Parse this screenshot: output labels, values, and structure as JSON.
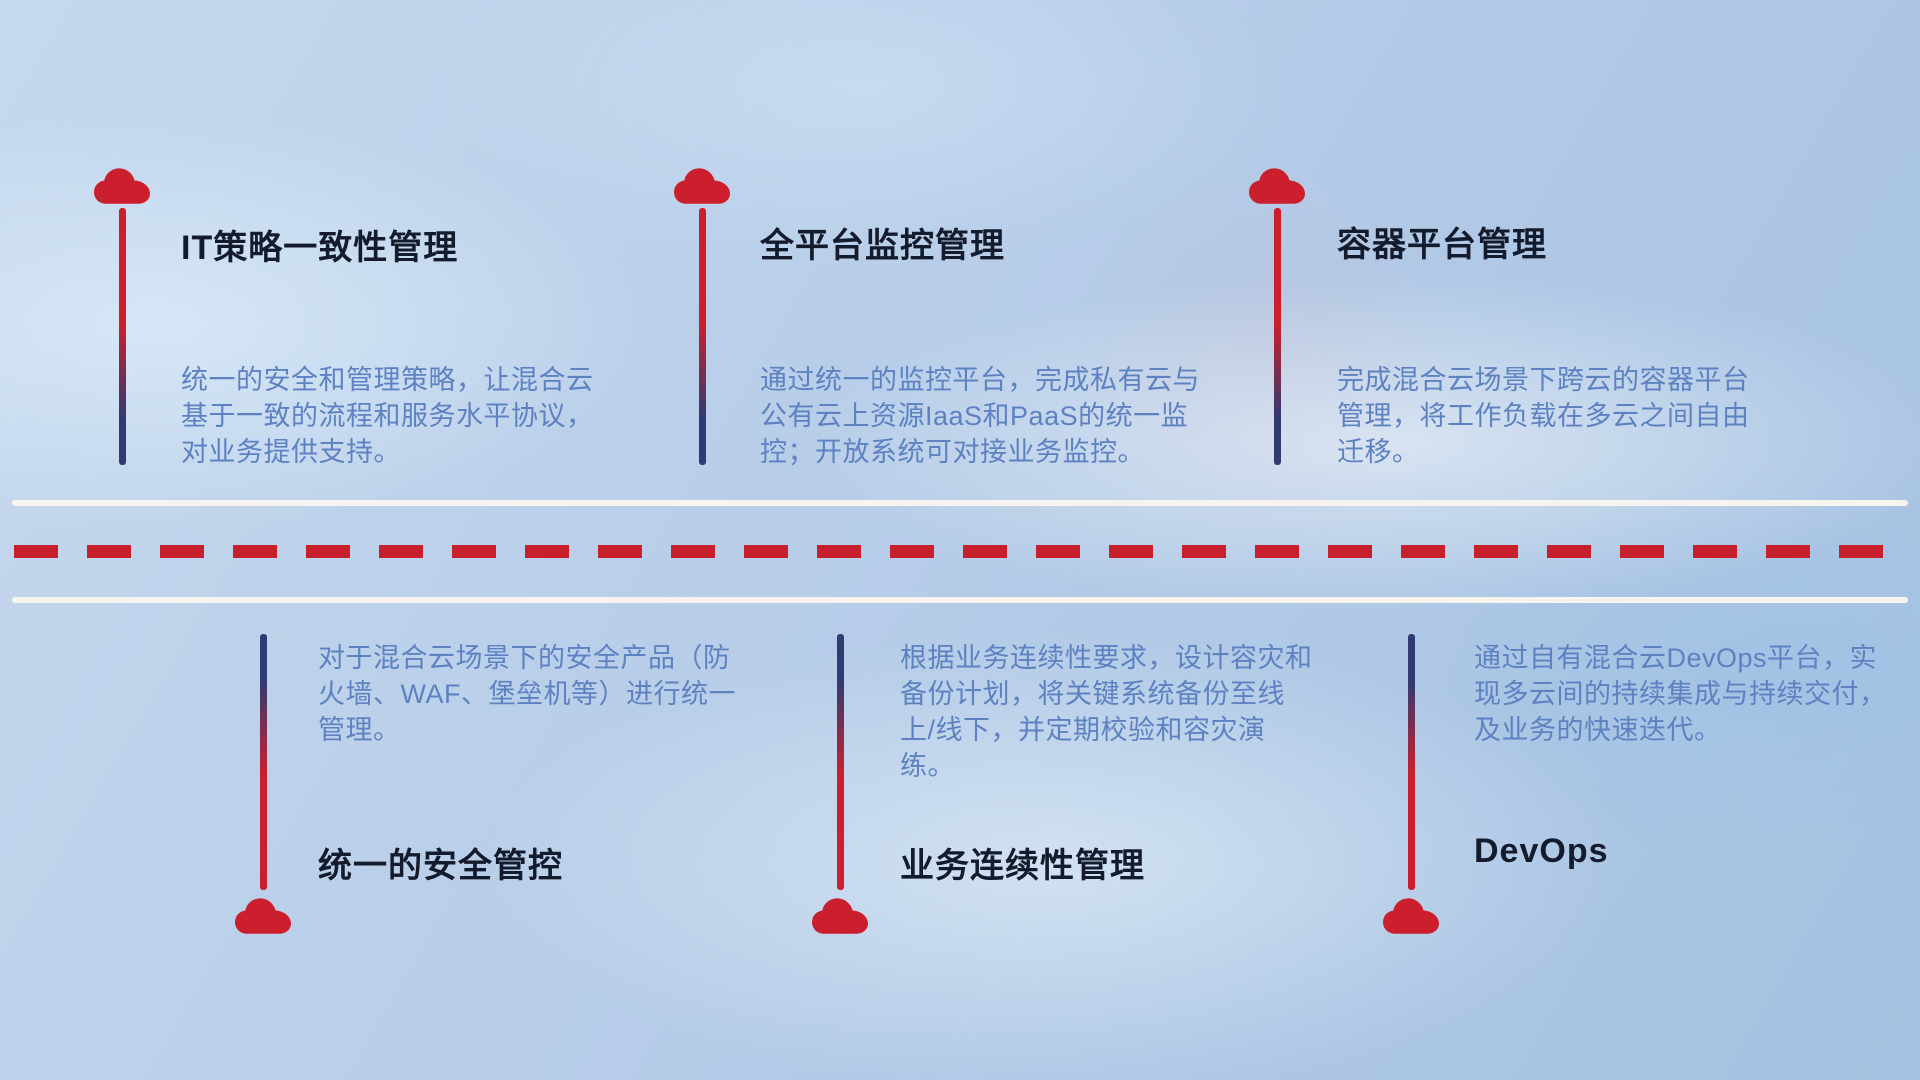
{
  "colors": {
    "accent_red": "#cc1f2d",
    "stem_navy": "#2f3b72",
    "title_text": "#141b2d",
    "description_text": "#5e82c1",
    "road_line": "#f7f4ef",
    "road_dash": "#c81f2c"
  },
  "icons": {
    "marker": "cloud-icon"
  },
  "top_items": [
    {
      "title": "IT策略一致性管理",
      "description": "统一的安全和管理策略，让混合云基于一致的流程和服务水平协议，对业务提供支持。"
    },
    {
      "title": "全平台监控管理",
      "description": "通过统一的监控平台，完成私有云与公有云上资源IaaS和PaaS的统一监控；开放系统可对接业务监控。"
    },
    {
      "title": "容器平台管理",
      "description": "完成混合云场景下跨云的容器平台管理，将工作负载在多云之间自由迁移。"
    }
  ],
  "bottom_items": [
    {
      "title": "统一的安全管控",
      "description": "对于混合云场景下的安全产品（防火墙、WAF、堡垒机等）进行统一管理。"
    },
    {
      "title": "业务连续性管理",
      "description": "根据业务连续性要求，设计容灾和备份计划，将关键系统备份至线上/线下，并定期校验和容灾演练。"
    },
    {
      "title": "DevOps",
      "description": "通过自有混合云DevOps平台，实现多云间的持续集成与持续交付，及业务的快速迭代。"
    }
  ]
}
